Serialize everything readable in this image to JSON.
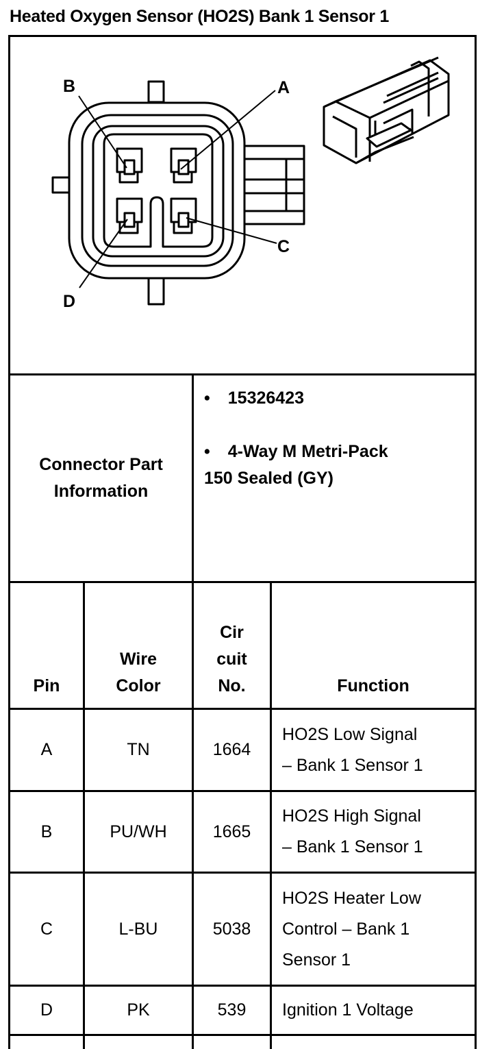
{
  "title": "Heated Oxygen Sensor (HO2S) Bank 1 Sensor 1",
  "diagram": {
    "pin_labels": {
      "a": "A",
      "b": "B",
      "c": "C",
      "d": "D"
    }
  },
  "connector_info": {
    "label_line1": "Connector Part",
    "label_line2": "Information",
    "bullet": "•",
    "part_number": "15326423",
    "description_line1": "4-Way M Metri-Pack",
    "description_line2": "150 Sealed (GY)"
  },
  "table": {
    "headers": {
      "pin": "Pin",
      "wire_color_1": "Wire",
      "wire_color_2": "Color",
      "circuit_1": "Cir",
      "circuit_2": "cuit",
      "circuit_3": "No.",
      "function": "Function"
    },
    "rows": [
      {
        "pin": "A",
        "wire": "TN",
        "circuit": "1664",
        "function_lines": [
          "HO2S Low Signal",
          "– Bank 1 Sensor 1"
        ]
      },
      {
        "pin": "B",
        "wire": "PU/WH",
        "circuit": "1665",
        "function_lines": [
          "HO2S High Signal",
          "– Bank 1 Sensor 1"
        ]
      },
      {
        "pin": "C",
        "wire": "L-BU",
        "circuit": "5038",
        "function_lines": [
          "HO2S Heater Low",
          "Control – Bank 1",
          "Sensor 1"
        ]
      },
      {
        "pin": "D",
        "wire": "PK",
        "circuit": "539",
        "function_lines": [
          "Ignition 1 Voltage"
        ]
      }
    ]
  }
}
